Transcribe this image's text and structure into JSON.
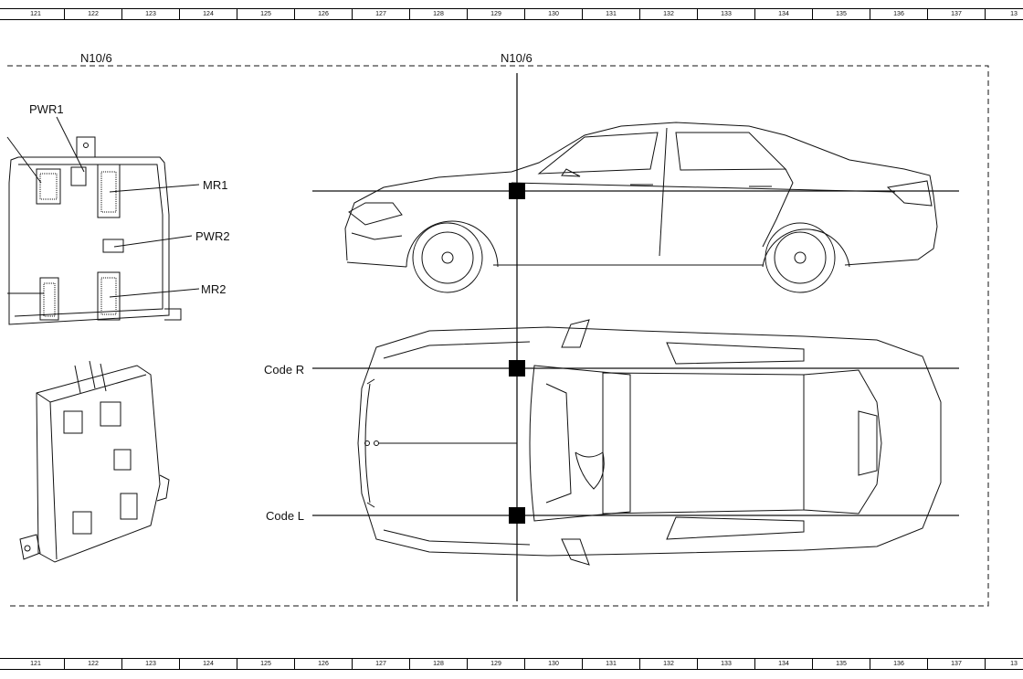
{
  "ruler_top": [
    "121",
    "122",
    "123",
    "124",
    "125",
    "126",
    "127",
    "128",
    "129",
    "130",
    "131",
    "132",
    "133",
    "134",
    "135",
    "136",
    "137",
    "13"
  ],
  "ruler_bottom": [
    "121",
    "122",
    "123",
    "124",
    "125",
    "126",
    "127",
    "128",
    "129",
    "130",
    "131",
    "132",
    "133",
    "134",
    "135",
    "136",
    "137",
    "13"
  ],
  "module_title": "N10/6",
  "vehicle_title": "N10/6",
  "connectors": {
    "pwr1": "PWR1",
    "mr1": "MR1",
    "pwr2": "PWR2",
    "mr2": "MR2"
  },
  "codes": {
    "r": "Code R",
    "l": "Code L"
  }
}
